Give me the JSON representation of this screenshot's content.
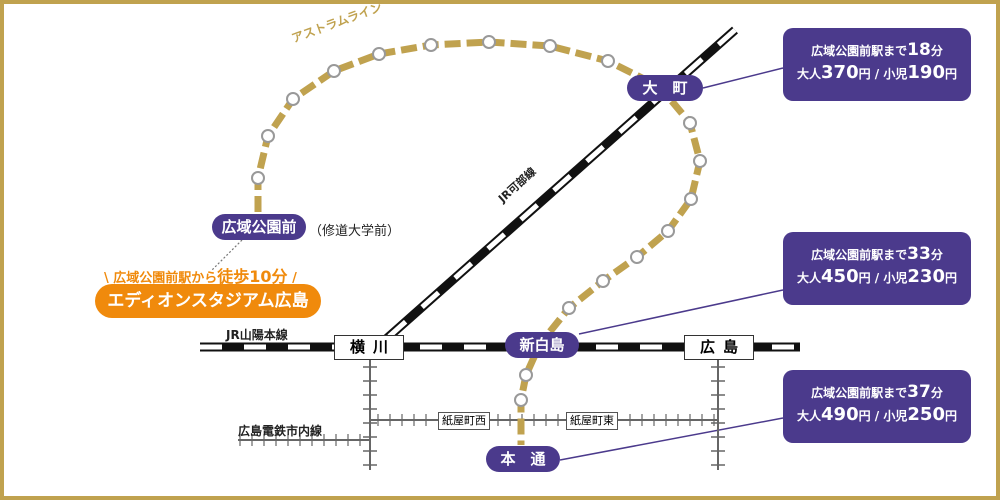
{
  "lines": {
    "astram": "アストラムライン",
    "jr_kabe": "JR可部線",
    "jr_sanyo": "JR山陽本線",
    "tram": "広島電鉄市内線"
  },
  "stations": {
    "koiki": "広域公園前",
    "koiki_sub": "（修道大学前）",
    "omachi": "大　町",
    "shinhakushima": "新白島",
    "hondori": "本　通",
    "yokogawa": "横川",
    "hiroshima": "広島",
    "kamiyacho_nishi": "紙屋町西",
    "kamiyacho_higashi": "紙屋町東"
  },
  "walk": {
    "prefix": "\\ 広域公園前駅から",
    "emph": "徒歩10分",
    "suffix": " /"
  },
  "venue": "エディオンスタジアム広島",
  "callouts": [
    {
      "dest": "広域公園前駅まで",
      "min": "18",
      "unit": "分",
      "adult_label": "大人",
      "adult": "370",
      "yen": "円",
      "sep": " / ",
      "child_label": "小児",
      "child": "190"
    },
    {
      "dest": "広域公園前駅まで",
      "min": "33",
      "unit": "分",
      "adult_label": "大人",
      "adult": "450",
      "yen": "円",
      "sep": " / ",
      "child_label": "小児",
      "child": "230"
    },
    {
      "dest": "広域公園前駅まで",
      "min": "37",
      "unit": "分",
      "adult_label": "大人",
      "adult": "490",
      "yen": "円",
      "sep": " / ",
      "child_label": "小児",
      "child": "250"
    }
  ],
  "colors": {
    "gold": "#c0a24f",
    "purple": "#4b3a8c",
    "orange": "#f08a0c"
  }
}
